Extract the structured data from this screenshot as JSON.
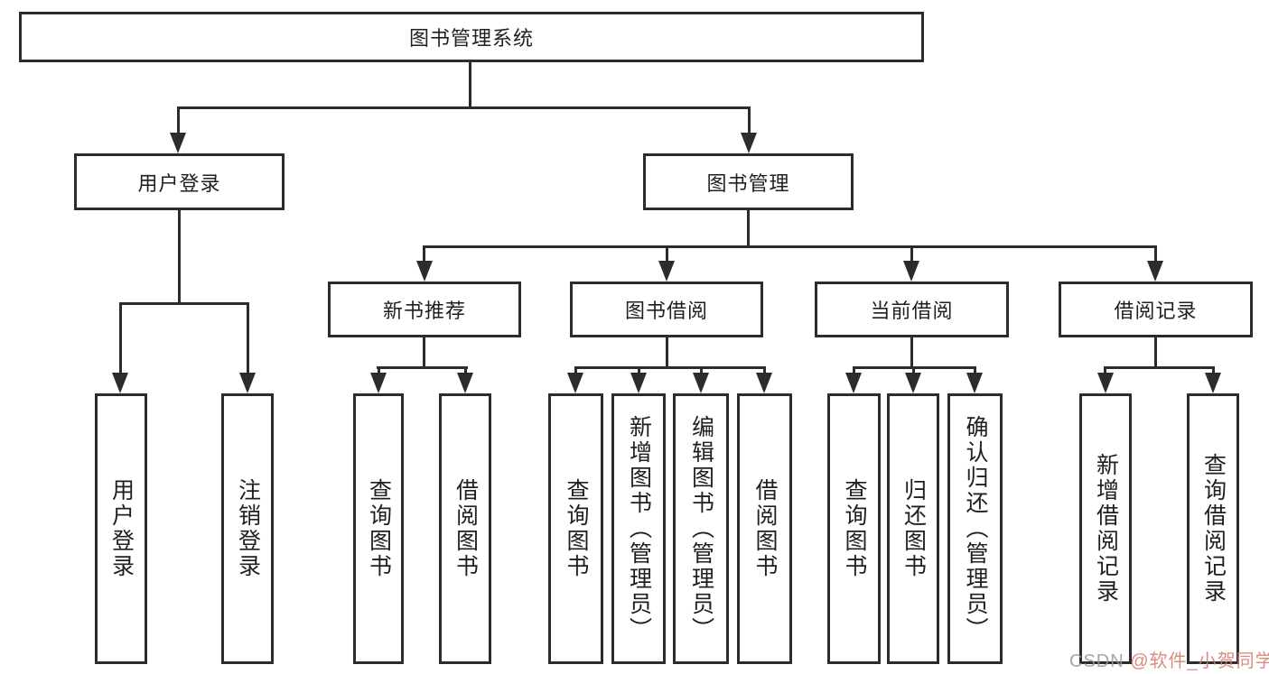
{
  "nodes": {
    "root": "图书管理系统",
    "user_login": "用户登录",
    "book_management": "图书管理",
    "new_book_recommendation": "新书推荐",
    "book_borrowing": "图书借阅",
    "current_borrowing": "当前借阅",
    "borrowing_records": "借阅记录",
    "leaf_user_login": "用户登录",
    "leaf_logout": "注销登录",
    "leaf_recommend_query_books": "查询图书",
    "leaf_recommend_borrow_books": "借阅图书",
    "leaf_borrowing_query_books": "查询图书",
    "leaf_borrowing_add_books_admin": "新增图书（管理员）",
    "leaf_borrowing_edit_books_admin": "编辑图书（管理员）",
    "leaf_borrowing_borrow_books": "借阅图书",
    "leaf_current_query_books": "查询图书",
    "leaf_current_return_books": "归还图书",
    "leaf_current_confirm_return_admin": "确认归还（管理员）",
    "leaf_records_add_borrow_record": "新增借阅记录",
    "leaf_records_query_borrow_record": "查询借阅记录"
  },
  "watermark": {
    "site": "CSDN ",
    "author": "@软件_小贺同学"
  },
  "colors": {
    "line": "#2c2c2c",
    "text": "#1f1f1f",
    "watermark_site": "#969696",
    "watermark_author": "#d27869"
  }
}
